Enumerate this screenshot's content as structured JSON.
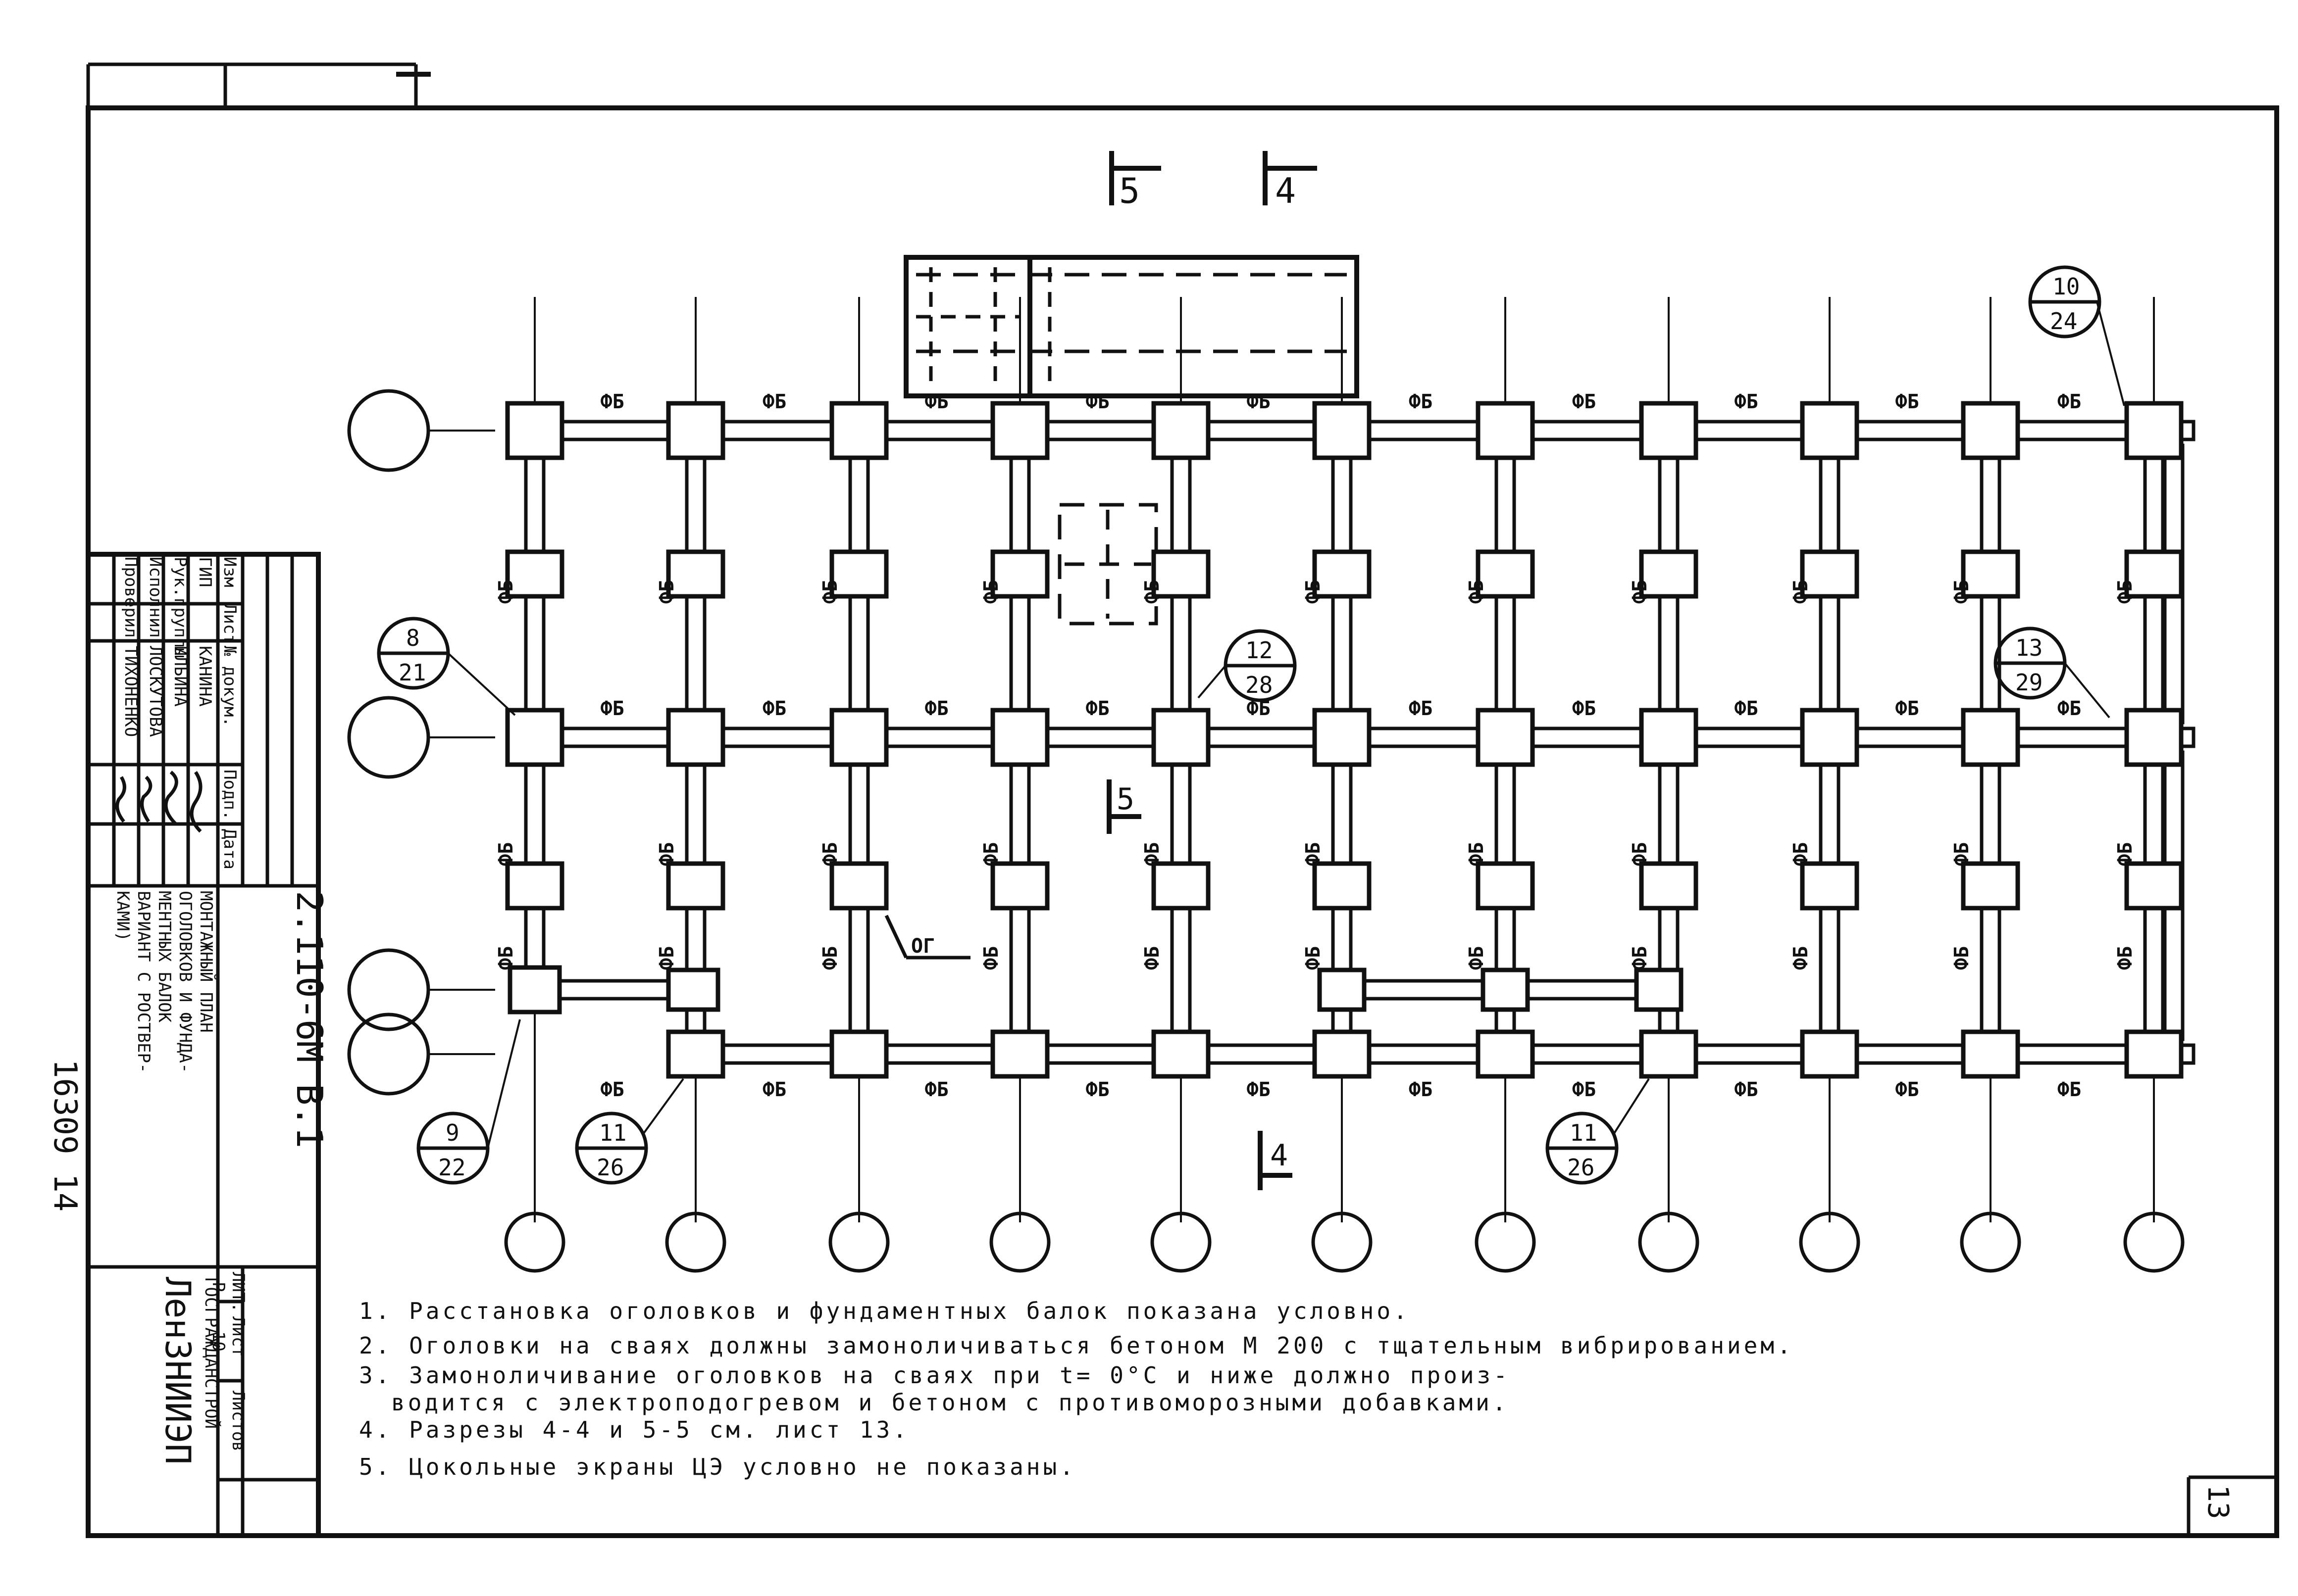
{
  "drawing": {
    "sheet_code": "2.110-6М В.1",
    "archive_number": "16309 14",
    "page_number": "13",
    "beam_label": "ФБ",
    "cap_label": "ОГ",
    "section_markers": [
      "5",
      "4",
      "5",
      "4"
    ],
    "callouts": [
      {
        "top": "10",
        "bottom": "24"
      },
      {
        "top": "8",
        "bottom": "21"
      },
      {
        "top": "12",
        "bottom": "28"
      },
      {
        "top": "13",
        "bottom": "29"
      },
      {
        "top": "9",
        "bottom": "22"
      },
      {
        "top": "11",
        "bottom": "26"
      },
      {
        "top": "11",
        "bottom": "26"
      }
    ]
  },
  "title_block": {
    "headers": [
      "Изм",
      "Лист",
      "№ докум.",
      "Подп.",
      "Дата"
    ],
    "rows": [
      {
        "role": "ГИП",
        "name": "КАНИНА"
      },
      {
        "role": "Рук.группы",
        "name": "ИЛЬИНА"
      },
      {
        "role": "Исполнил",
        "name": "ЛОСКУТОВА"
      },
      {
        "role": "Проверил",
        "name": "ТИХОНЕНКО"
      }
    ],
    "sheet_title": [
      "МОНТАЖНЫЙ ПЛАН",
      "ОГОЛОВКОВ И ФУНДА-",
      "МЕНТНЫХ БАЛОК",
      "ВАРИАНТ С РОСТВЕР-",
      "КАМИ)"
    ],
    "lit_label": "ЛИТ.",
    "lit_value": "Р",
    "sheet_label": "Лист",
    "sheet_value": "10",
    "sheets_label": "Листов",
    "org_1": "ГОСГРАЖДАНСТРОЙ",
    "org_2": "ЛенЗНИИЭП"
  },
  "notes": [
    "1. Расстановка оголовков и фундаментных балок показана условно.",
    "2. Оголовки на сваях должны замоноличиваться бетоном М 200 с тщательным вибрированием.",
    "3. Замоноличивание оголовков на сваях при t= 0°С и ниже должно произ-",
    "водится с электроподогревом и бетоном с противоморозными добавками.",
    "4. Разрезы 4-4 и 5-5 см. лист 13.",
    "5. Цокольные экраны ЦЭ условно не показаны."
  ]
}
